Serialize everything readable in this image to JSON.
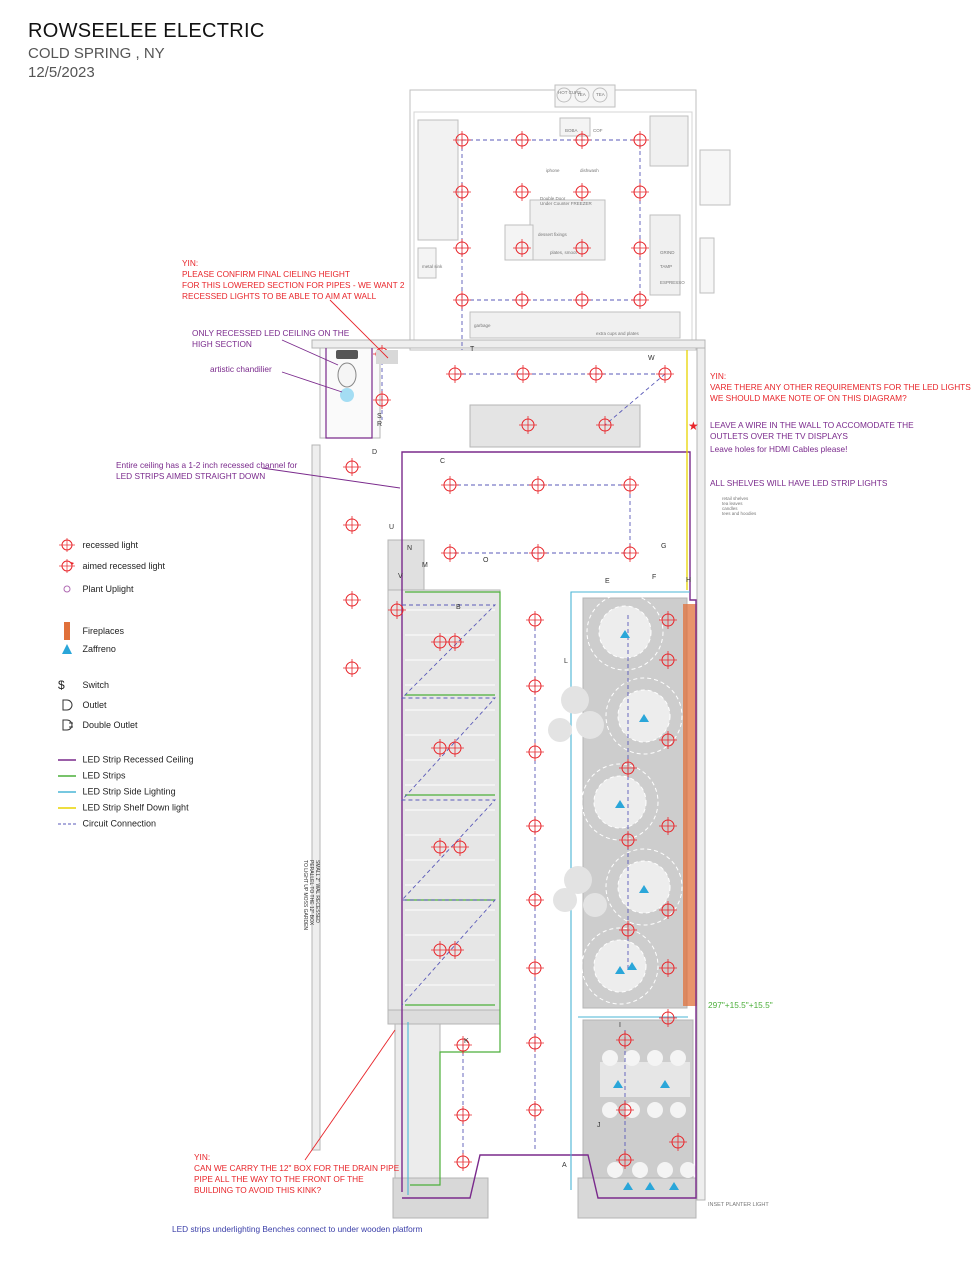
{
  "header": {
    "title": "ROWSEELEE ELECTRIC",
    "location": "COLD SPRING , NY",
    "date": "12/5/2023"
  },
  "notes": {
    "yin_ceiling": "YIN:\nPLEASE CONFIRM FINAL CIELING HEIGHT\nFOR THIS LOWERED SECTION FOR PIPES - WE WANT 2\nRECESSED LIGHTS TO BE ABLE TO AIM AT WALL",
    "only_recessed": "ONLY RECESSED LED CEILING ON THE\nHIGH SECTION",
    "chandelier": "artistic chandilier",
    "entire_ceiling": "Entire ceiling has a 1-2 inch recessed channel for\nLED STRIPS AIMED STRAIGHT DOWN",
    "yin_requirements": "YIN:\nVARE THERE ANY OTHER REQUIREMENTS FOR THE LED LIGHTS\nWE SHOULD MAKE NOTE OF ON THIS DIAGRAM?",
    "leave_wire": "LEAVE A WIRE IN THE WALL TO ACCOMODATE THE\nOUTLETS OVER THE TV DISPLAYS",
    "hdmi": "Leave holes for HDMI Cables please!",
    "shelves": "ALL SHELVES WILL HAVE LED STRIP LIGHTS",
    "yin_drain": "YIN:\nCAN WE CARRY THE 12\" BOX FOR THE DRAIN PIPE\nPIPE ALL THE WAY TO THE FRONT OF THE\nBUILDING TO AVOID THIS KINK?",
    "benches": "LED strips underlighting Benches connect to under wooden platform",
    "dimension": "297\"+15.5\"+15.5\"",
    "inset_planter": "INSET PLANTER LIGHT",
    "wall_note": "SMALL 2\" WAL RECESSED\nPERALLEL TO THE 12\" BOX\nTO LIGHT UP MOSS GARDEN"
  },
  "legend": [
    {
      "icon": "recessed-light-icon",
      "label": "recessed light"
    },
    {
      "icon": "aimed-recessed-light-icon",
      "label": "aimed recessed light"
    },
    {
      "icon": "plant-uplight-icon",
      "label": "Plant Uplight"
    },
    {
      "icon": "fireplace-icon",
      "label": "Fireplaces"
    },
    {
      "icon": "zaffreno-icon",
      "label": "Zaffreno"
    },
    {
      "icon": "switch-icon",
      "label": "Switch"
    },
    {
      "icon": "outlet-icon",
      "label": "Outlet"
    },
    {
      "icon": "double-outlet-icon",
      "label": "Double Outlet"
    },
    {
      "icon": "led-recessed-ceiling-line",
      "label": "LED Strip Recessed Ceiling",
      "color": "#7a2a8c"
    },
    {
      "icon": "led-strip-line",
      "label": "LED Strips",
      "color": "#4caf3a"
    },
    {
      "icon": "led-side-line",
      "label": "LED Strip Side Lighting",
      "color": "#4ab5d6"
    },
    {
      "icon": "led-shelf-line",
      "label": "LED Strip Shelf Down light",
      "color": "#e8d400"
    },
    {
      "icon": "circuit-line",
      "label": "Circuit Connection",
      "color": "#5a5ab8"
    }
  ],
  "kitchen_labels": {
    "hot_cups": "HOT CUPS",
    "tea1": "TEA",
    "tea2": "TEA",
    "boba": "BOBA",
    "cof": "COF",
    "iphone": "iphone",
    "dishwash": "dishwash",
    "double_door": "Double Door\nUnder Counter FREEZER",
    "dessert": "dessert fixings",
    "plates": "plates, smoot",
    "grind": "GRIND",
    "tamp": "TAMP",
    "espresso": "ESPRESSO",
    "garbage": "garbage",
    "extra_cups": "extra cups and plates",
    "metal_sink": "metal sink",
    "shelves_list": "retail shelves\ntea leaves\ncandles\ntees and hoodies"
  },
  "point_labels": [
    "A",
    "B",
    "C",
    "D",
    "E",
    "F",
    "G",
    "H",
    "I",
    "J",
    "K",
    "L",
    "M",
    "N",
    "O",
    "S",
    "R",
    "T",
    "U",
    "V",
    "W"
  ],
  "colors": {
    "recessed": "#e8262b",
    "purple": "#7a2a8c",
    "green": "#4caf3a",
    "cyan": "#4ab5d6",
    "yellow": "#e8d400",
    "circuit": "#5a5ab8",
    "fireplace": "#e0703a",
    "zaffreno": "#2aa6d9"
  }
}
